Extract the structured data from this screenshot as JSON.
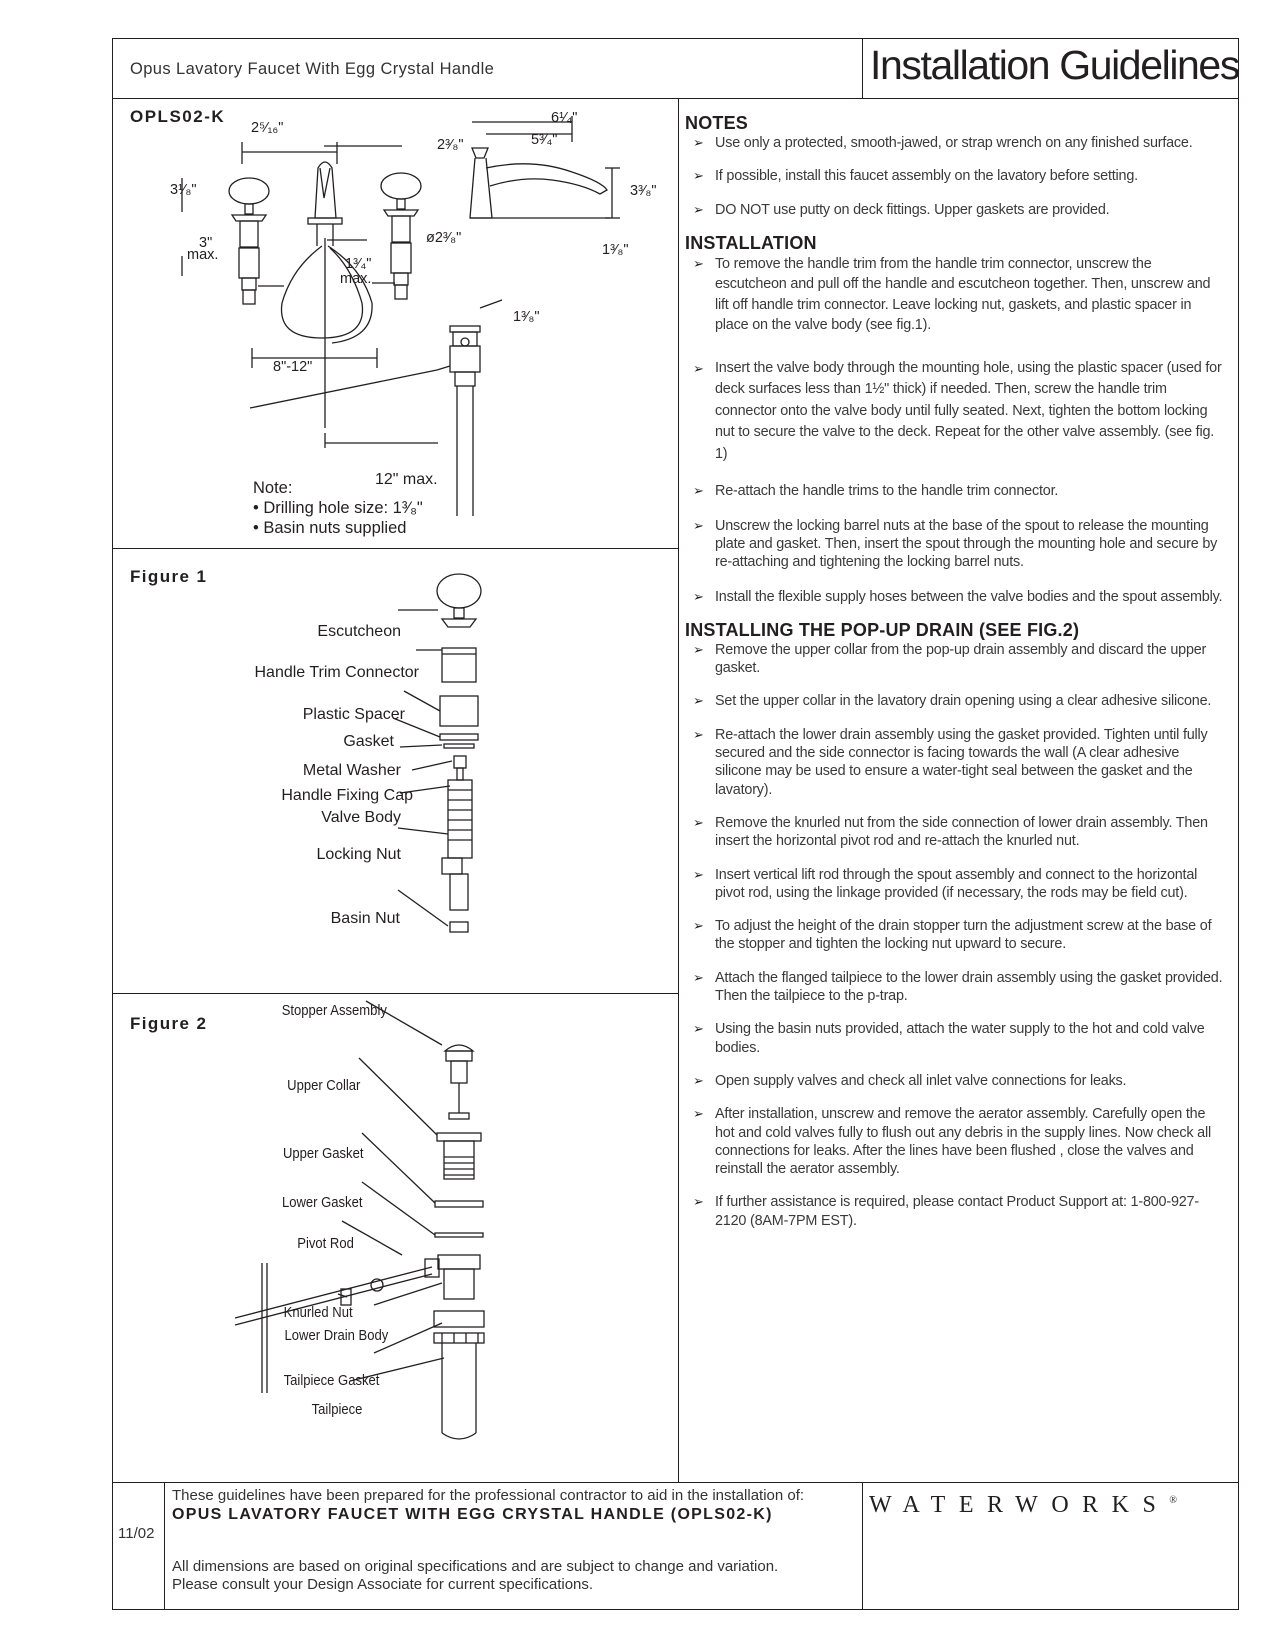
{
  "header": {
    "product_name": "Opus Lavatory Faucet With Egg Crystal Handle",
    "doc_title": "Installation Guidelines"
  },
  "spec_drawing": {
    "model": "OPLS02-K",
    "dims": {
      "d1": "2⁵⁄₁₆\"",
      "d2": "2³⁄₈\"",
      "d3": "3¹⁄₈\"",
      "d4": "3\"",
      "d4b": "max.",
      "d5": "ø2³⁄₈\"",
      "d6": "1³⁄₄\"",
      "d6b": "max.",
      "d7": "1³⁄₈\"",
      "d8": "8\"-12\"",
      "d9": "12\" max.",
      "d10": "6¹⁄₄\"",
      "d11": "5³⁄₄\"",
      "d12": "3³⁄₈\"",
      "d13": "1³⁄₈\""
    },
    "note_title": "Note:",
    "note_lines": [
      "• Drilling hole size: 1³⁄₈\"",
      "• Basin nuts supplied"
    ]
  },
  "figure1": {
    "label": "Figure 1",
    "parts": [
      "Escutcheon",
      "Handle Trim Connector",
      "Plastic Spacer",
      "Gasket",
      "Metal Washer",
      "Handle Fixing Cap",
      "Valve Body",
      "Locking Nut",
      "Basin Nut"
    ]
  },
  "figure2": {
    "label": "Figure 2",
    "parts": [
      "Stopper Assembly",
      "Upper Collar",
      "Upper Gasket",
      "Lower Gasket",
      "Pivot Rod",
      "Knurled Nut",
      "Lower Drain Body",
      "Tailpiece Gasket",
      "Tailpiece"
    ]
  },
  "notes": {
    "heading": "NOTES",
    "items": [
      "Use only a protected, smooth-jawed, or strap wrench on any finished surface.",
      "If  possible, install this faucet assembly on the lavatory before setting.",
      "DO NOT use putty on deck fittings. Upper gaskets are provided."
    ]
  },
  "installation": {
    "heading": "INSTALLATION",
    "items": [
      "To remove the handle trim from the handle trim connector, unscrew  the escutcheon and pull off the handle and escutcheon together. Then, unscrew and lift off handle trim connector. Leave locking nut, gaskets, and plastic spacer in place on the valve body  (see fig.1).",
      "Insert the valve body through the mounting hole, using the plastic spacer (used for deck surfaces less than 1½\" thick) if needed. Then, screw the handle trim connector onto the valve body until fully seated. Next, tighten the bottom locking nut to secure the valve to the deck. Repeat for the other valve assembly. (see fig. 1)",
      "Re-attach the handle trims to the handle trim connector.",
      "Unscrew the locking barrel nuts at the base of the spout to release the mounting plate and gasket. Then, insert the spout through the mounting hole and secure by re-attaching and tightening the locking barrel nuts.",
      "Install the flexible supply hoses between the valve bodies and the spout assembly."
    ]
  },
  "popup": {
    "heading": "INSTALLING THE POP-UP DRAIN (SEE FIG.2)",
    "items": [
      "Remove the upper collar from the pop-up drain assembly and discard the upper gasket.",
      "Set the upper collar in the lavatory drain opening using a clear adhesive silicone.",
      "Re-attach the lower drain assembly using the gasket provided. Tighten until fully secured and the side connector is facing towards the wall (A clear adhesive silicone may be used to ensure a water-tight seal between the gasket and the lavatory).",
      "Remove the knurled nut from the side connection of lower drain assembly. Then insert the horizontal pivot rod and re-attach the knurled nut.",
      "Insert vertical lift rod through the spout assembly and connect to the horizontal pivot rod, using the linkage provided (if necessary, the rods may be field cut).",
      "To adjust the height of the drain stopper turn the adjustment screw at the base of the stopper and tighten the locking nut upward to secure.",
      "Attach the flanged tailpiece to the lower drain assembly using the gasket provided. Then the tailpiece to the p-trap.",
      "Using the basin nuts provided, attach the water supply to the hot and cold valve bodies.",
      "Open supply valves and check all inlet valve connections for leaks.",
      "After installation, unscrew and remove the aerator assembly. Carefully open the hot and cold valves fully to flush out any debris in the supply lines. Now check all connections for leaks.  After the lines have been flushed , close the valves and reinstall the aerator assembly.",
      "If further assistance is required, please contact Product Support at: 1-800-927-2120 (8AM-7PM EST)."
    ]
  },
  "footer": {
    "date": "11/02",
    "intro": "These guidelines have been prepared for the professional contractor to aid in the installation of:",
    "product": "OPUS LAVATORY FAUCET WITH EGG CRYSTAL HANDLE (OPLS02-K)",
    "disclaimer_1": "All dimensions are based on original specifications and are subject to change and variation.",
    "disclaimer_2": "Please consult your Design Associate for current specifications.",
    "brand": "WATERWORKS",
    "brand_mark": "®"
  }
}
